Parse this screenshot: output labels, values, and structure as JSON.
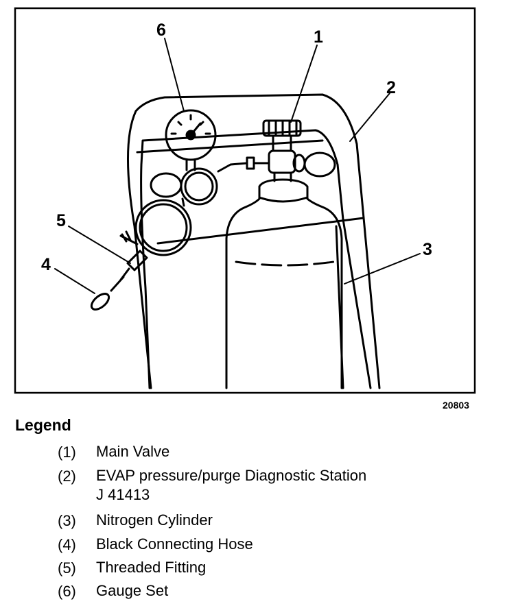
{
  "figure": {
    "number": "20803",
    "callouts": {
      "c1": "1",
      "c2": "2",
      "c3": "3",
      "c4": "4",
      "c5": "5",
      "c6": "6"
    }
  },
  "legend": {
    "title": "Legend",
    "items": [
      {
        "num": "(1)",
        "text": "Main Valve"
      },
      {
        "num": "(2)",
        "text": "EVAP pressure/purge Diagnostic Station",
        "text2": "J 41413"
      },
      {
        "num": "(3)",
        "text": "Nitrogen Cylinder"
      },
      {
        "num": "(4)",
        "text": "Black Connecting Hose"
      },
      {
        "num": "(5)",
        "text": "Threaded Fitting"
      },
      {
        "num": "(6)",
        "text": "Gauge Set"
      }
    ]
  }
}
